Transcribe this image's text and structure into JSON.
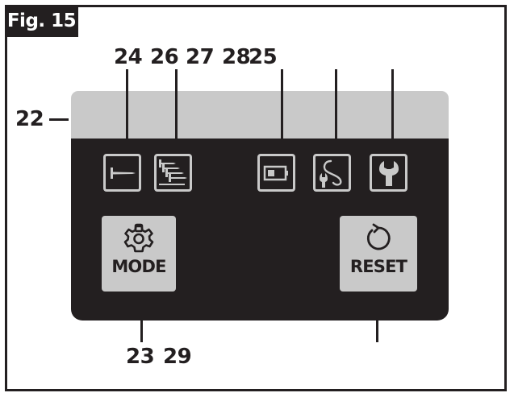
{
  "figure": {
    "label": "Fig. 15"
  },
  "callouts": {
    "c22": "22",
    "c24": "24",
    "c26": "26",
    "c27": "27",
    "c28": "28",
    "c25": "25",
    "c23": "23",
    "c29": "29"
  },
  "icons": [
    {
      "name": "single-nail-icon"
    },
    {
      "name": "multiple-nails-icon"
    },
    {
      "name": "battery-icon"
    },
    {
      "name": "wrench-hose-icon"
    },
    {
      "name": "wrench-icon"
    }
  ],
  "buttons": {
    "mode": {
      "label": "MODE",
      "icon": "gear-icon"
    },
    "reset": {
      "label": "RESET",
      "icon": "reset-icon"
    }
  },
  "colors": {
    "panel_dark": "#231f20",
    "panel_light": "#c9c9c9",
    "ink": "#231f20"
  }
}
